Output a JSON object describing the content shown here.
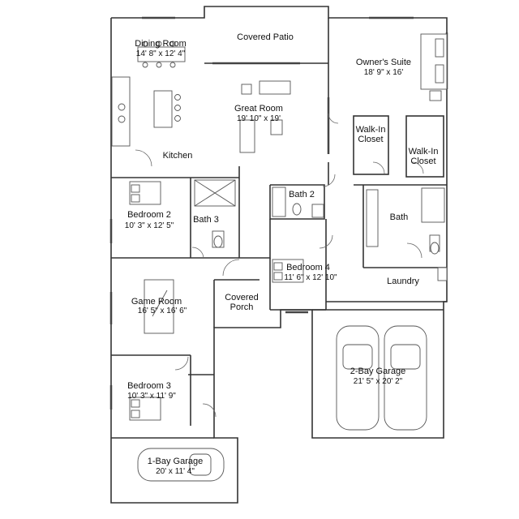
{
  "rooms": {
    "dining": {
      "name": "Dining Room",
      "dim": "14' 8\" x 12' 4\""
    },
    "patio": {
      "name": "Covered Patio"
    },
    "owners_suite": {
      "name": "Owner's Suite",
      "dim": "18' 9\" x 16'"
    },
    "great_room": {
      "name": "Great Room",
      "dim": "19' 10\" x 19'"
    },
    "kitchen": {
      "name": "Kitchen"
    },
    "walkin_closet_1": {
      "name_line1": "Walk-In",
      "name_line2": "Closet"
    },
    "walkin_closet_2": {
      "name_line1": "Walk-In",
      "name_line2": "Closet"
    },
    "bedroom2": {
      "name": "Bedroom 2",
      "dim": "10' 3\" x 12' 5\""
    },
    "bath3": {
      "name": "Bath 3"
    },
    "bath2": {
      "name": "Bath 2"
    },
    "bath": {
      "name": "Bath"
    },
    "bedroom4": {
      "name": "Bedroom 4",
      "dim": "11' 6\" x 12' 10\""
    },
    "laundry": {
      "name": "Laundry"
    },
    "game_room": {
      "name": "Game Room",
      "dim": "16' 5\" x 16' 6\""
    },
    "covered_porch": {
      "name_line1": "Covered",
      "name_line2": "Porch"
    },
    "garage2": {
      "name": "2-Bay Garage",
      "dim": "21' 5\" x 20' 2\""
    },
    "bedroom3": {
      "name": "Bedroom 3",
      "dim": "10' 3\" x 11' 9\""
    },
    "garage1": {
      "name": "1-Bay Garage",
      "dim": "20' x 11' 4\""
    }
  }
}
